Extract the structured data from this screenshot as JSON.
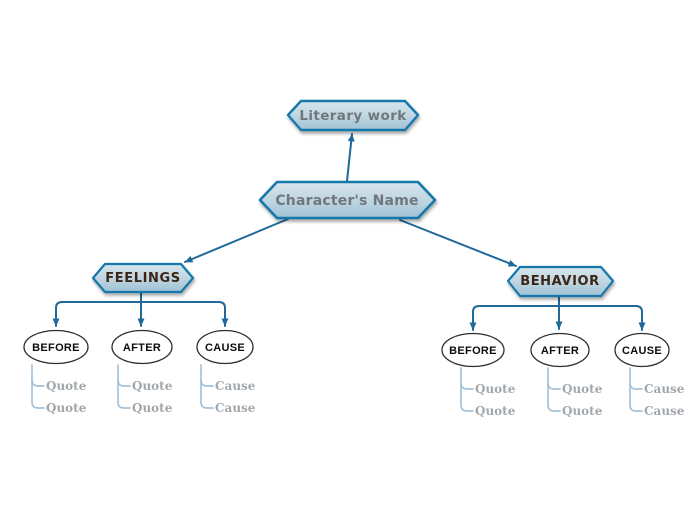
{
  "diagram": {
    "kind": "mind-map",
    "nodes": {
      "root": {
        "label": "Literary work"
      },
      "character": {
        "label": "Character's Name"
      },
      "feelings": {
        "label": "FEELINGS",
        "children": [
          {
            "label": "BEFORE",
            "items": [
              "Quote",
              "Quote"
            ]
          },
          {
            "label": "AFTER",
            "items": [
              "Quote",
              "Quote"
            ]
          },
          {
            "label": "CAUSE",
            "items": [
              "Cause",
              "Cause"
            ]
          }
        ]
      },
      "behavior": {
        "label": "BEHAVIOR",
        "children": [
          {
            "label": "BEFORE",
            "items": [
              "Quote",
              "Quote"
            ]
          },
          {
            "label": "AFTER",
            "items": [
              "Quote",
              "Quote"
            ]
          },
          {
            "label": "CAUSE",
            "items": [
              "Cause",
              "Cause"
            ]
          }
        ]
      }
    },
    "colors": {
      "node_border": "#1478aa",
      "node_fill_top": "#d8e5ec",
      "node_fill_bottom": "#9fc1d3",
      "node_text_gray": "#70777c",
      "branch_text_brown": "#3b2517",
      "ellipse_border": "#2e2e2e",
      "ellipse_text": "#0c0c0c",
      "connector_dark": "#21689b",
      "connector_light": "#a4c3da",
      "leaf_text": "#a2a7ab",
      "background": "#ffffff"
    }
  }
}
